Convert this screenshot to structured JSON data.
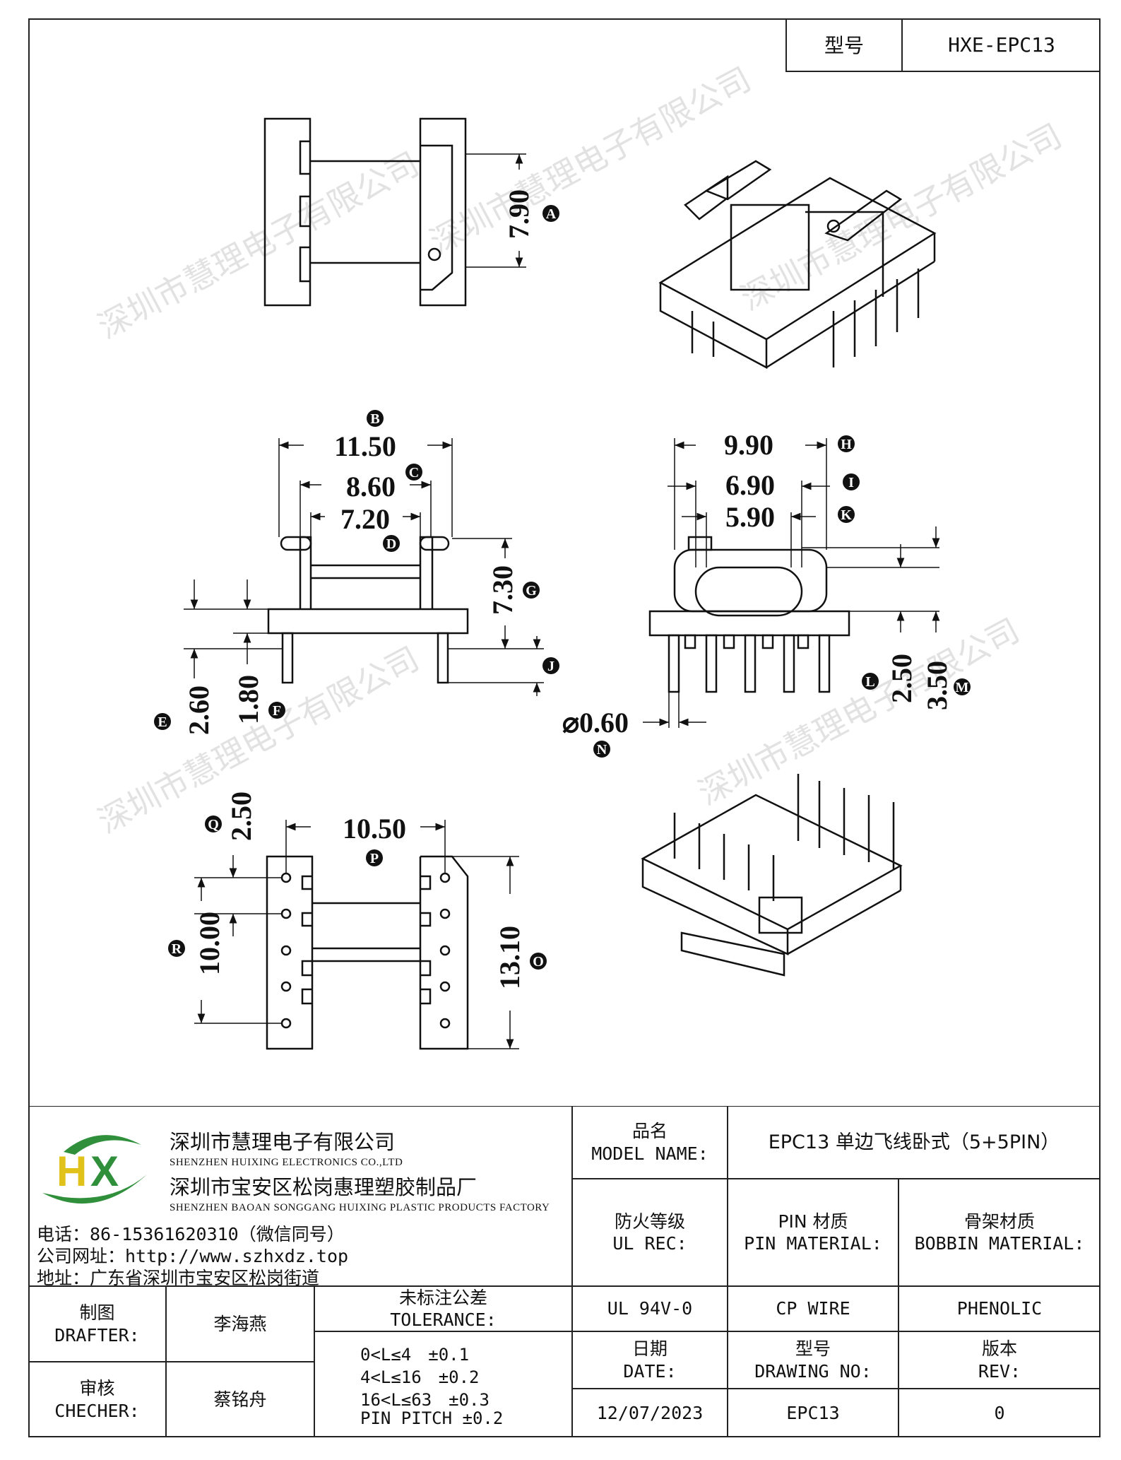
{
  "header": {
    "model_label": "型号",
    "model_value": "HXE-EPC13"
  },
  "dimensions": {
    "A": {
      "value": "7.90",
      "letter": "A"
    },
    "B": {
      "value": "11.50",
      "letter": "B"
    },
    "C": {
      "value": "8.60",
      "letter": "C"
    },
    "D": {
      "value": "7.20",
      "letter": "D"
    },
    "E": {
      "value": "2.60",
      "letter": "E"
    },
    "F": {
      "value": "1.80",
      "letter": "F"
    },
    "G": {
      "value": "7.30",
      "letter": "G"
    },
    "H": {
      "value": "9.90",
      "letter": "H"
    },
    "I": {
      "value": "6.90",
      "letter": "I"
    },
    "J": {
      "value": "",
      "letter": "J"
    },
    "K": {
      "value": "5.90",
      "letter": "K"
    },
    "L": {
      "value": "2.50",
      "letter": "L"
    },
    "M": {
      "value": "3.50",
      "letter": "M"
    },
    "N": {
      "value": "⌀0.60",
      "letter": "N"
    },
    "O": {
      "value": "13.10",
      "letter": "O"
    },
    "P": {
      "value": "10.50",
      "letter": "P"
    },
    "Q": {
      "value": "2.50",
      "letter": "Q"
    },
    "R": {
      "value": "10.00",
      "letter": "R"
    }
  },
  "watermark": "深圳市慧理电子有限公司",
  "company": {
    "logo_text": "HX",
    "name_cn": "深圳市慧理电子有限公司",
    "name_en": "SHENZHEN HUIXING ELECTRONICS CO.,LTD",
    "factory_cn": "深圳市宝安区松岗惠理塑胶制品厂",
    "factory_en": "SHENZHEN BAOAN SONGGANG HUIXING PLASTIC PRODUCTS FACTORY",
    "phone": "电话：86-15361620310（微信同号）",
    "website": "公司网址：http://www.szhxdz.top",
    "address": "地址：广东省深圳市宝安区松岗街道"
  },
  "title_block": {
    "model_name_cn": "品名",
    "model_name_en": "MODEL NAME:",
    "model_name_value": "EPC13 单边飞线卧式（5+5PIN）",
    "ul_rec_cn": "防火等级",
    "ul_rec_en": "UL REC:",
    "ul_rec_value": "UL 94V-0",
    "pin_material_cn": "PIN 材质",
    "pin_material_en": "PIN MATERIAL:",
    "pin_material_value": "CP WIRE",
    "bobbin_material_cn": "骨架材质",
    "bobbin_material_en": "BOBBIN MATERIAL:",
    "bobbin_material_value": "PHENOLIC",
    "drafter_cn": "制图",
    "drafter_en": "DRAFTER:",
    "drafter_value": "李海燕",
    "checker_cn": "审核",
    "checker_en": "CHECHER:",
    "checker_value": "蔡铭舟",
    "tolerance_cn": "未标注公差",
    "tolerance_en": "TOLERANCE:",
    "tolerance_lines": [
      "0<L≤4　±0.1",
      "4<L≤16　±0.2",
      "16<L≤63　±0.3",
      "PIN PITCH ±0.2"
    ],
    "date_cn": "日期",
    "date_en": "DATE:",
    "date_value": "12/07/2023",
    "drawing_no_cn": "型号",
    "drawing_no_en": "DRAWING NO:",
    "drawing_no_value": "EPC13",
    "rev_cn": "版本",
    "rev_en": "REV:",
    "rev_value": "0"
  }
}
